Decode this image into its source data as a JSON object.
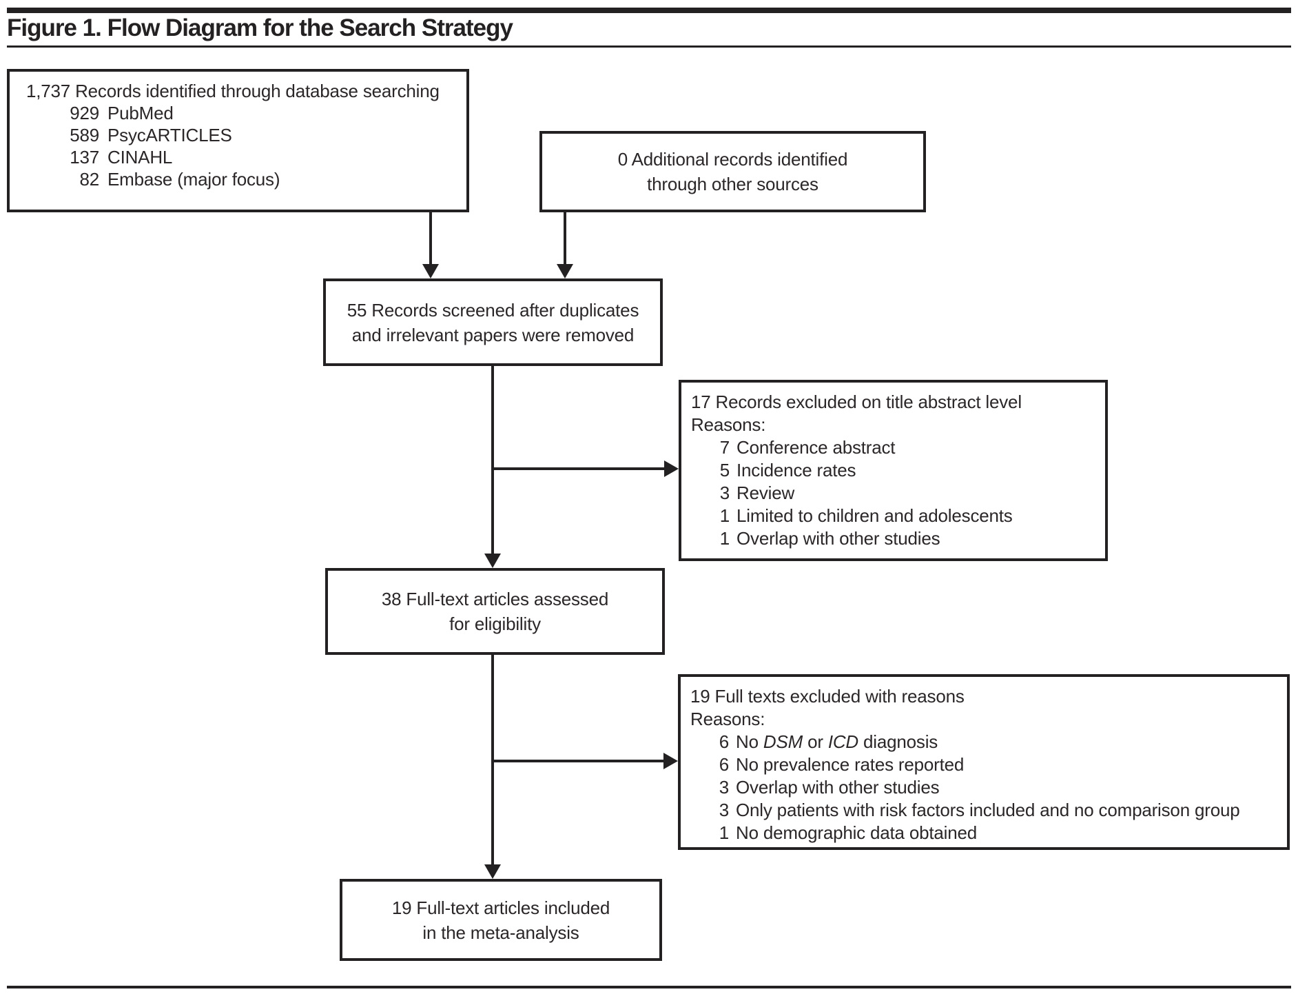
{
  "title": "Figure 1. Flow Diagram for the Search Strategy",
  "colors": {
    "ink": "#242122",
    "background": "#ffffff"
  },
  "boxes": {
    "identified": {
      "headline": "1,737 Records identified through database searching",
      "sources": [
        {
          "count": "929",
          "label": "PubMed"
        },
        {
          "count": "589",
          "label": "PsycARTICLES"
        },
        {
          "count": "137",
          "label": "CINAHL"
        },
        {
          "count": "82",
          "label": "Embase (major focus)"
        }
      ]
    },
    "additional": {
      "line1": "0 Additional records identified",
      "line2": "through other sources"
    },
    "screened": {
      "line1": "55 Records screened after duplicates",
      "line2": "and irrelevant papers were removed"
    },
    "excluded_title_abstract": {
      "headline": "17 Records excluded on title abstract level",
      "reasons_label": "Reasons:",
      "reasons": [
        {
          "count": "7",
          "label": "Conference abstract"
        },
        {
          "count": "5",
          "label": "Incidence rates"
        },
        {
          "count": "3",
          "label": "Review"
        },
        {
          "count": "1",
          "label": "Limited to children and adolescents"
        },
        {
          "count": "1",
          "label": "Overlap with other studies"
        }
      ]
    },
    "fulltext_assessed": {
      "line1": "38 Full-text articles assessed",
      "line2": "for eligibility"
    },
    "excluded_fulltext": {
      "headline": "19 Full texts excluded with reasons",
      "reasons_label": "Reasons:",
      "reasons": [
        {
          "count": "6",
          "parts": [
            {
              "text": "No "
            },
            {
              "text": "DSM",
              "italic": true
            },
            {
              "text": " or "
            },
            {
              "text": "ICD",
              "italic": true
            },
            {
              "text": " diagnosis"
            }
          ]
        },
        {
          "count": "6",
          "label": "No prevalence rates reported"
        },
        {
          "count": "3",
          "label": "Overlap with other studies"
        },
        {
          "count": "3",
          "label": "Only patients with risk factors included and no comparison group"
        },
        {
          "count": "1",
          "label": "No demographic data obtained"
        }
      ]
    },
    "included": {
      "line1": "19 Full-text articles included",
      "line2": "in the meta-analysis"
    }
  }
}
